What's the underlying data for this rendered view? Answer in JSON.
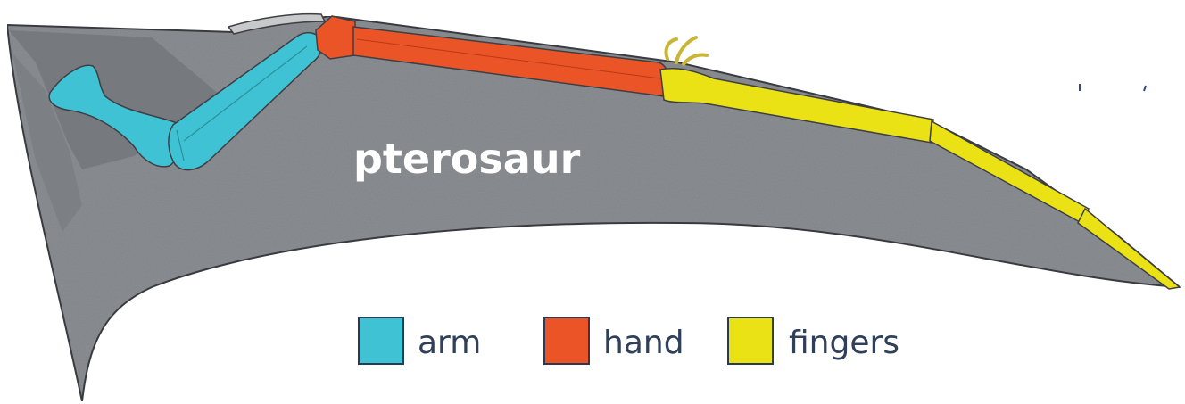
{
  "title": "pterosaur",
  "legend": [
    {
      "label": "arm",
      "color": "#3fc2d4"
    },
    {
      "label": "hand",
      "color": "#ea5427"
    },
    {
      "label": "fingers",
      "color": "#ebe216"
    }
  ],
  "colors": {
    "membrane": "#8c8f93",
    "membrane_dark": "#6f7377",
    "outline": "#3a3d42",
    "claw": "#c9b637",
    "bone_outline": "#3d3f44",
    "edge_marks": "#2f4a86"
  }
}
